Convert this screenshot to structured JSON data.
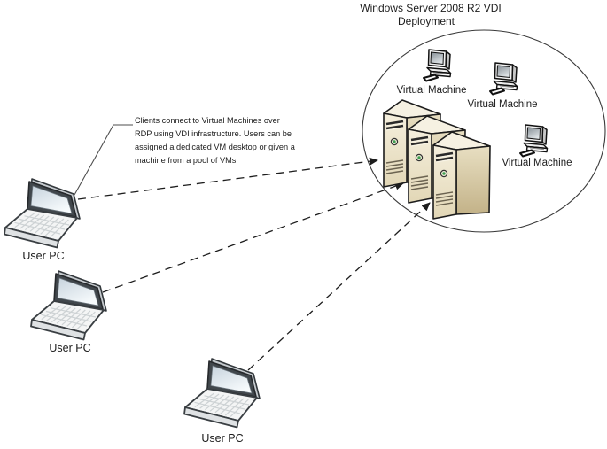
{
  "diagram": {
    "title": {
      "line1": "Windows Server 2008 R2 VDI",
      "line2": "Deployment"
    },
    "annotation": {
      "lines": [
        "Clients connect to Virtual Machines over",
        "RDP using VDI infrastructure. Users can be",
        "assigned a dedicated VM desktop or given a",
        "machine from a pool of VMs"
      ]
    },
    "nodes": {
      "virtual_machines": [
        {
          "label": "Virtual Machine"
        },
        {
          "label": "Virtual Machine"
        },
        {
          "label": "Virtual Machine"
        }
      ],
      "user_pcs": [
        {
          "label": "User PC"
        },
        {
          "label": "User PC"
        },
        {
          "label": "User PC"
        }
      ],
      "server_tower_count": 3
    },
    "connections": [
      {
        "from": "user-pc-1",
        "to": "server-stack",
        "style": "dashed-arrow"
      },
      {
        "from": "user-pc-2",
        "to": "server-stack",
        "style": "dashed-arrow"
      },
      {
        "from": "user-pc-3",
        "to": "server-stack",
        "style": "dashed-arrow"
      }
    ],
    "icons": [
      "laptop-icon",
      "desktop-pc-icon",
      "server-tower-icon"
    ],
    "colors": {
      "background": "#ffffff",
      "line": "#2b2b2b",
      "server_front": "#efe7cf",
      "server_side": "#d3c59e",
      "server_top": "#f6f1e2",
      "server_led": "#3f9e52",
      "laptop_screen": "#dde7ef",
      "laptop_body": "#f4f5f5",
      "ellipse_stroke": "#3a3a3a"
    }
  }
}
